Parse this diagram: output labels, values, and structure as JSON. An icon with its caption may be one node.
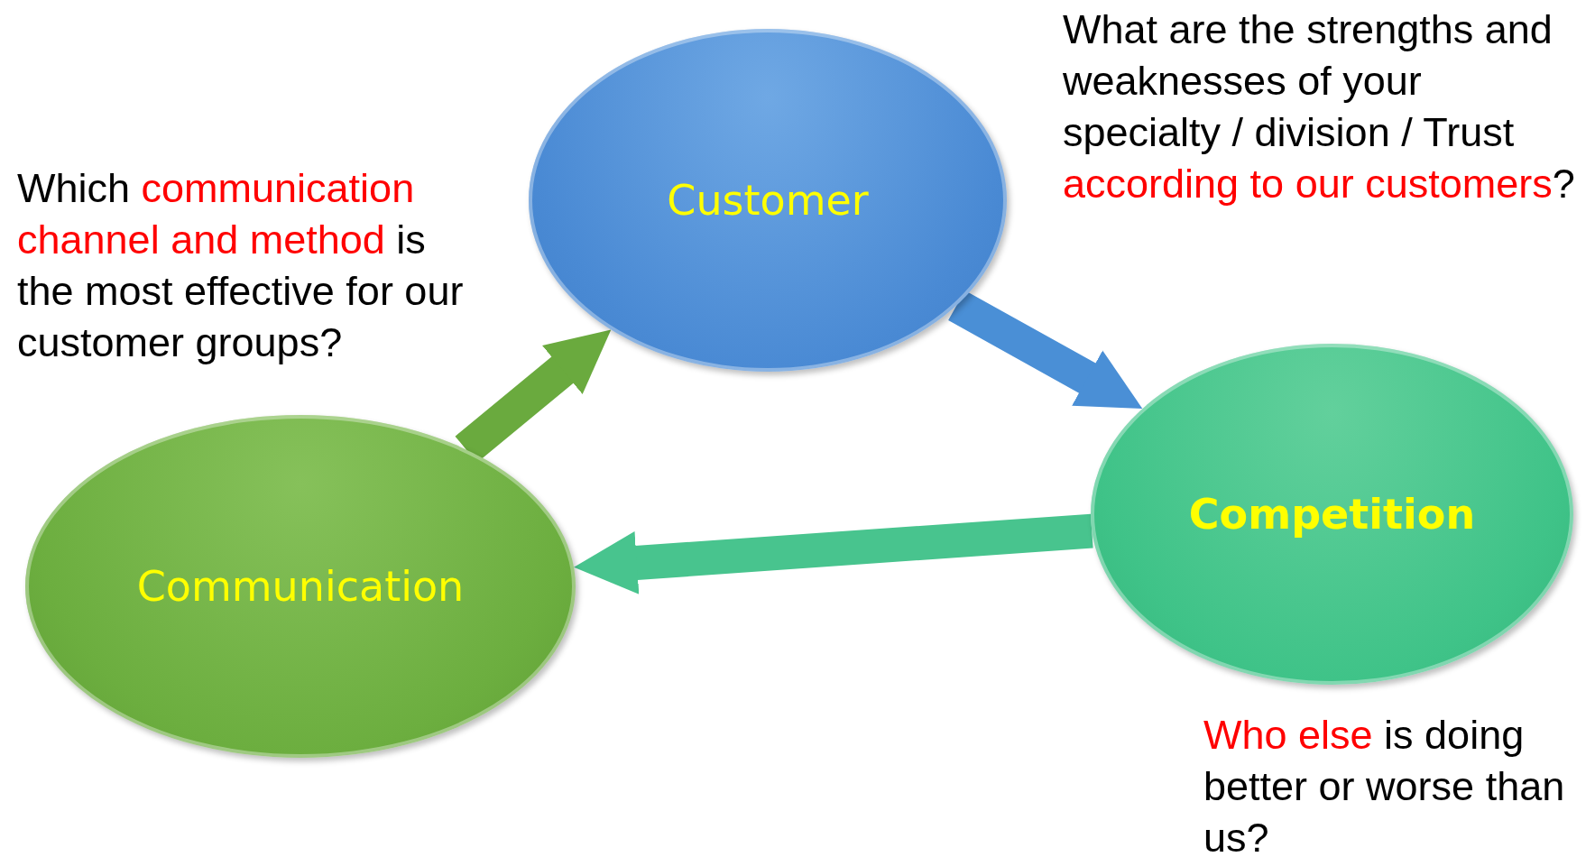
{
  "diagram": {
    "nodes": [
      {
        "text": [
          "Customer"
        ],
        "beside": [
          "What are the strengths and weaknesses of your specialty / division / Trust **according to our customers**?"
        ]
      },
      {
        "text": [
          "Competition"
        ],
        "beside": [
          "**Who else** is doing better or worse than us?"
        ]
      },
      {
        "text": [
          "Communication"
        ],
        "beside": [
          "Which **communication channel and method** is the most effective for our customer groups?"
        ]
      }
    ],
    "edges": [
      {
        "from": 2,
        "to": 0,
        "arrow": "to",
        "color": "#6aaa3e"
      },
      {
        "from": 0,
        "to": 1,
        "arrow": "to",
        "color": "#4a8fd6"
      },
      {
        "from": 1,
        "to": 2,
        "arrow": "to",
        "color": "#48c48e"
      }
    ]
  }
}
